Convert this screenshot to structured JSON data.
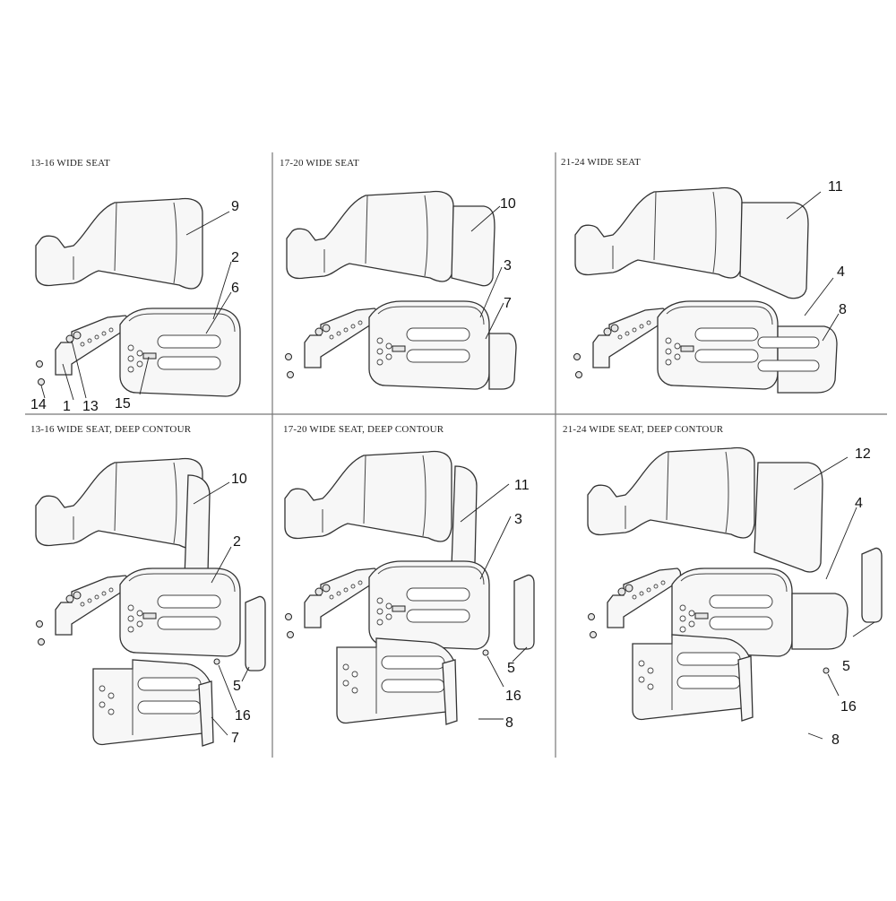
{
  "panels": [
    {
      "title": "13-16 WIDE SEAT",
      "labels": {
        "backrest": "9",
        "shell": "2",
        "inner": "6",
        "p14": "14",
        "p1": "1",
        "p13": "13",
        "p15": "15"
      }
    },
    {
      "title": "17-20 WIDE SEAT",
      "labels": {
        "backrest": "10",
        "shell": "3",
        "inner": "7"
      }
    },
    {
      "title": "21-24 WIDE SEAT",
      "labels": {
        "backrest": "11",
        "shell": "4",
        "inner": "8"
      }
    },
    {
      "title": "13-16 WIDE SEAT, DEEP CONTOUR",
      "labels": {
        "backrest": "10",
        "shell": "2",
        "pad": "5",
        "screw": "16",
        "bracket": "7"
      }
    },
    {
      "title": "17-20 WIDE SEAT, DEEP CONTOUR",
      "labels": {
        "backrest": "11",
        "shell": "3",
        "pad": "5",
        "screw": "16",
        "bracket": "8"
      }
    },
    {
      "title": "21-24 WIDE SEAT, DEEP CONTOUR",
      "labels": {
        "backrest": "12",
        "shell": "4",
        "pad": "5",
        "screw": "16",
        "bracket": "8"
      }
    }
  ]
}
